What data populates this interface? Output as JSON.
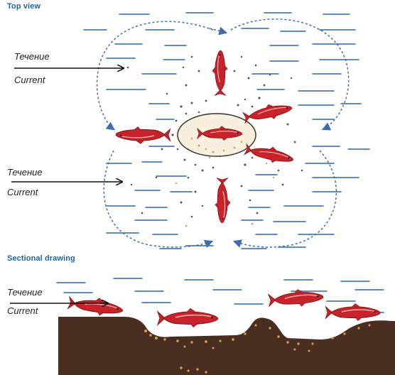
{
  "top_view": {
    "title": "Top view",
    "current_label_1": {
      "ru": "Течение",
      "en": "Current"
    },
    "current_label_2": {
      "ru": "Течение",
      "en": "Current"
    }
  },
  "sectional": {
    "title": "Sectional drawing",
    "current_label": {
      "ru": "Течение",
      "en": "Current"
    }
  },
  "colors": {
    "water_line": "#2a66b5",
    "dashed_path": "#3d6cb2",
    "fish_red": "#c8232b",
    "seabed": "#4a2e22",
    "eggs": "#d99b4a",
    "heading": "#1f63a6"
  },
  "icons": [
    "arrow-right-icon",
    "fish-icon",
    "dashed-circular-arrow-icon",
    "egg-cluster-icon"
  ]
}
